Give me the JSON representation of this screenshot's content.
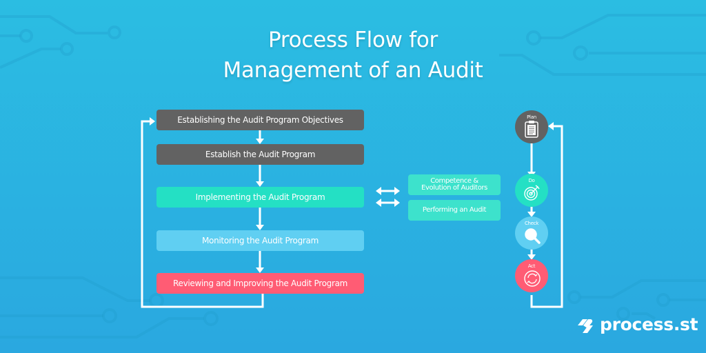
{
  "title": {
    "line1": "Process Flow for",
    "line2": "Management of an Audit"
  },
  "main_flow": [
    {
      "label": "Establishing the Audit Program Objectives",
      "color": "#626262"
    },
    {
      "label": "Establish the Audit Program",
      "color": "#626262"
    },
    {
      "label": "Implementing the Audit Program",
      "color": "#24e0c4"
    },
    {
      "label": "Monitoring the Audit Program",
      "color": "#60cff2"
    },
    {
      "label": "Reviewing and Improving the Audit Program",
      "color": "#ff5c74"
    }
  ],
  "side_boxes": [
    {
      "label": "Competence & Evolution of Auditors"
    },
    {
      "label": "Performing an Audit"
    }
  ],
  "pdca_cycle": [
    {
      "label": "Plan",
      "icon": "clipboard-icon",
      "color": "#626262"
    },
    {
      "label": "Do",
      "icon": "target-dart-icon",
      "color": "#24e0c4"
    },
    {
      "label": "Check",
      "icon": "magnifier-icon",
      "color": "#60cff2"
    },
    {
      "label": "Act",
      "icon": "refresh-cycle-icon",
      "color": "#ff5c74"
    }
  ],
  "logo": {
    "text": "process.st",
    "icon": "process-st-logo-icon"
  }
}
